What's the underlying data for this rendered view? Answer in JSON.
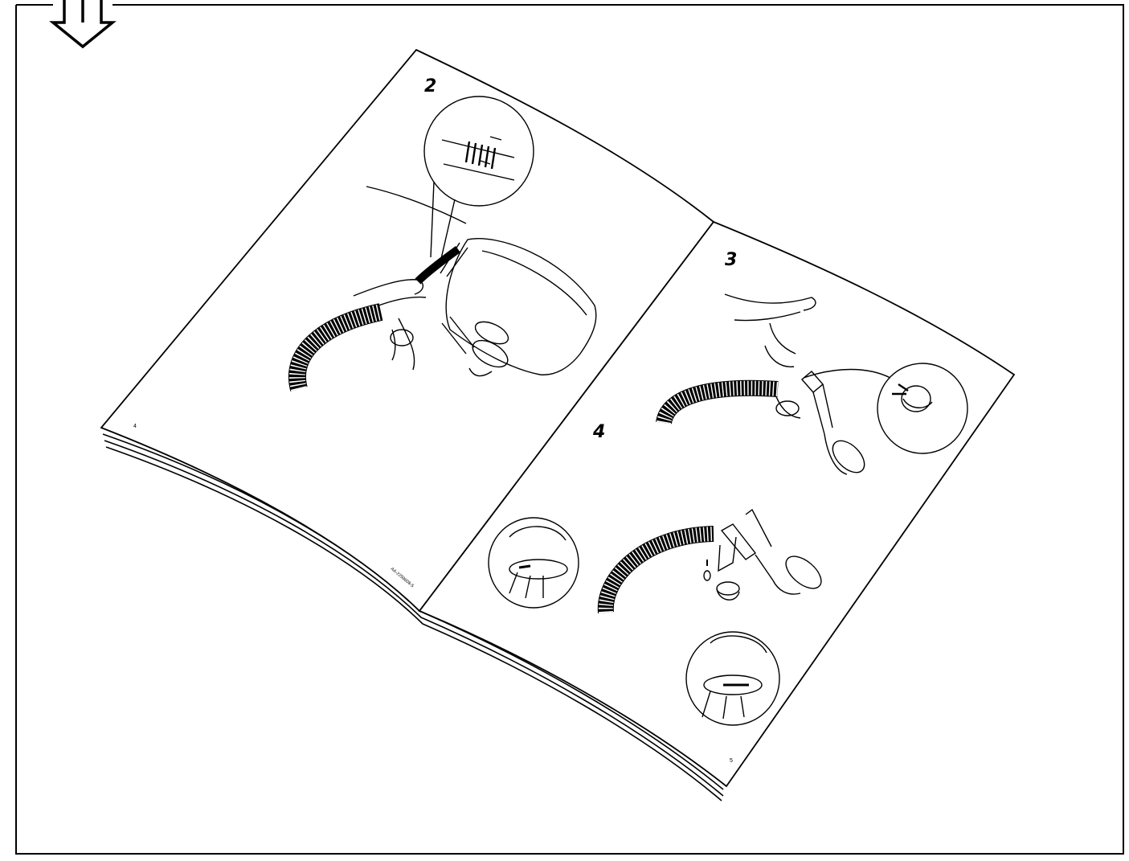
{
  "document": {
    "left_page": {
      "step_number": "2",
      "page_number": "4",
      "reference_code": "AA-2259608-5"
    },
    "right_page": {
      "step_three_number": "3",
      "step_four_number": "4",
      "page_number": "5"
    }
  },
  "icons": {
    "continue_arrow": "double-down-arrow-icon"
  },
  "colors": {
    "ink": "#000000",
    "paper": "#ffffff"
  }
}
